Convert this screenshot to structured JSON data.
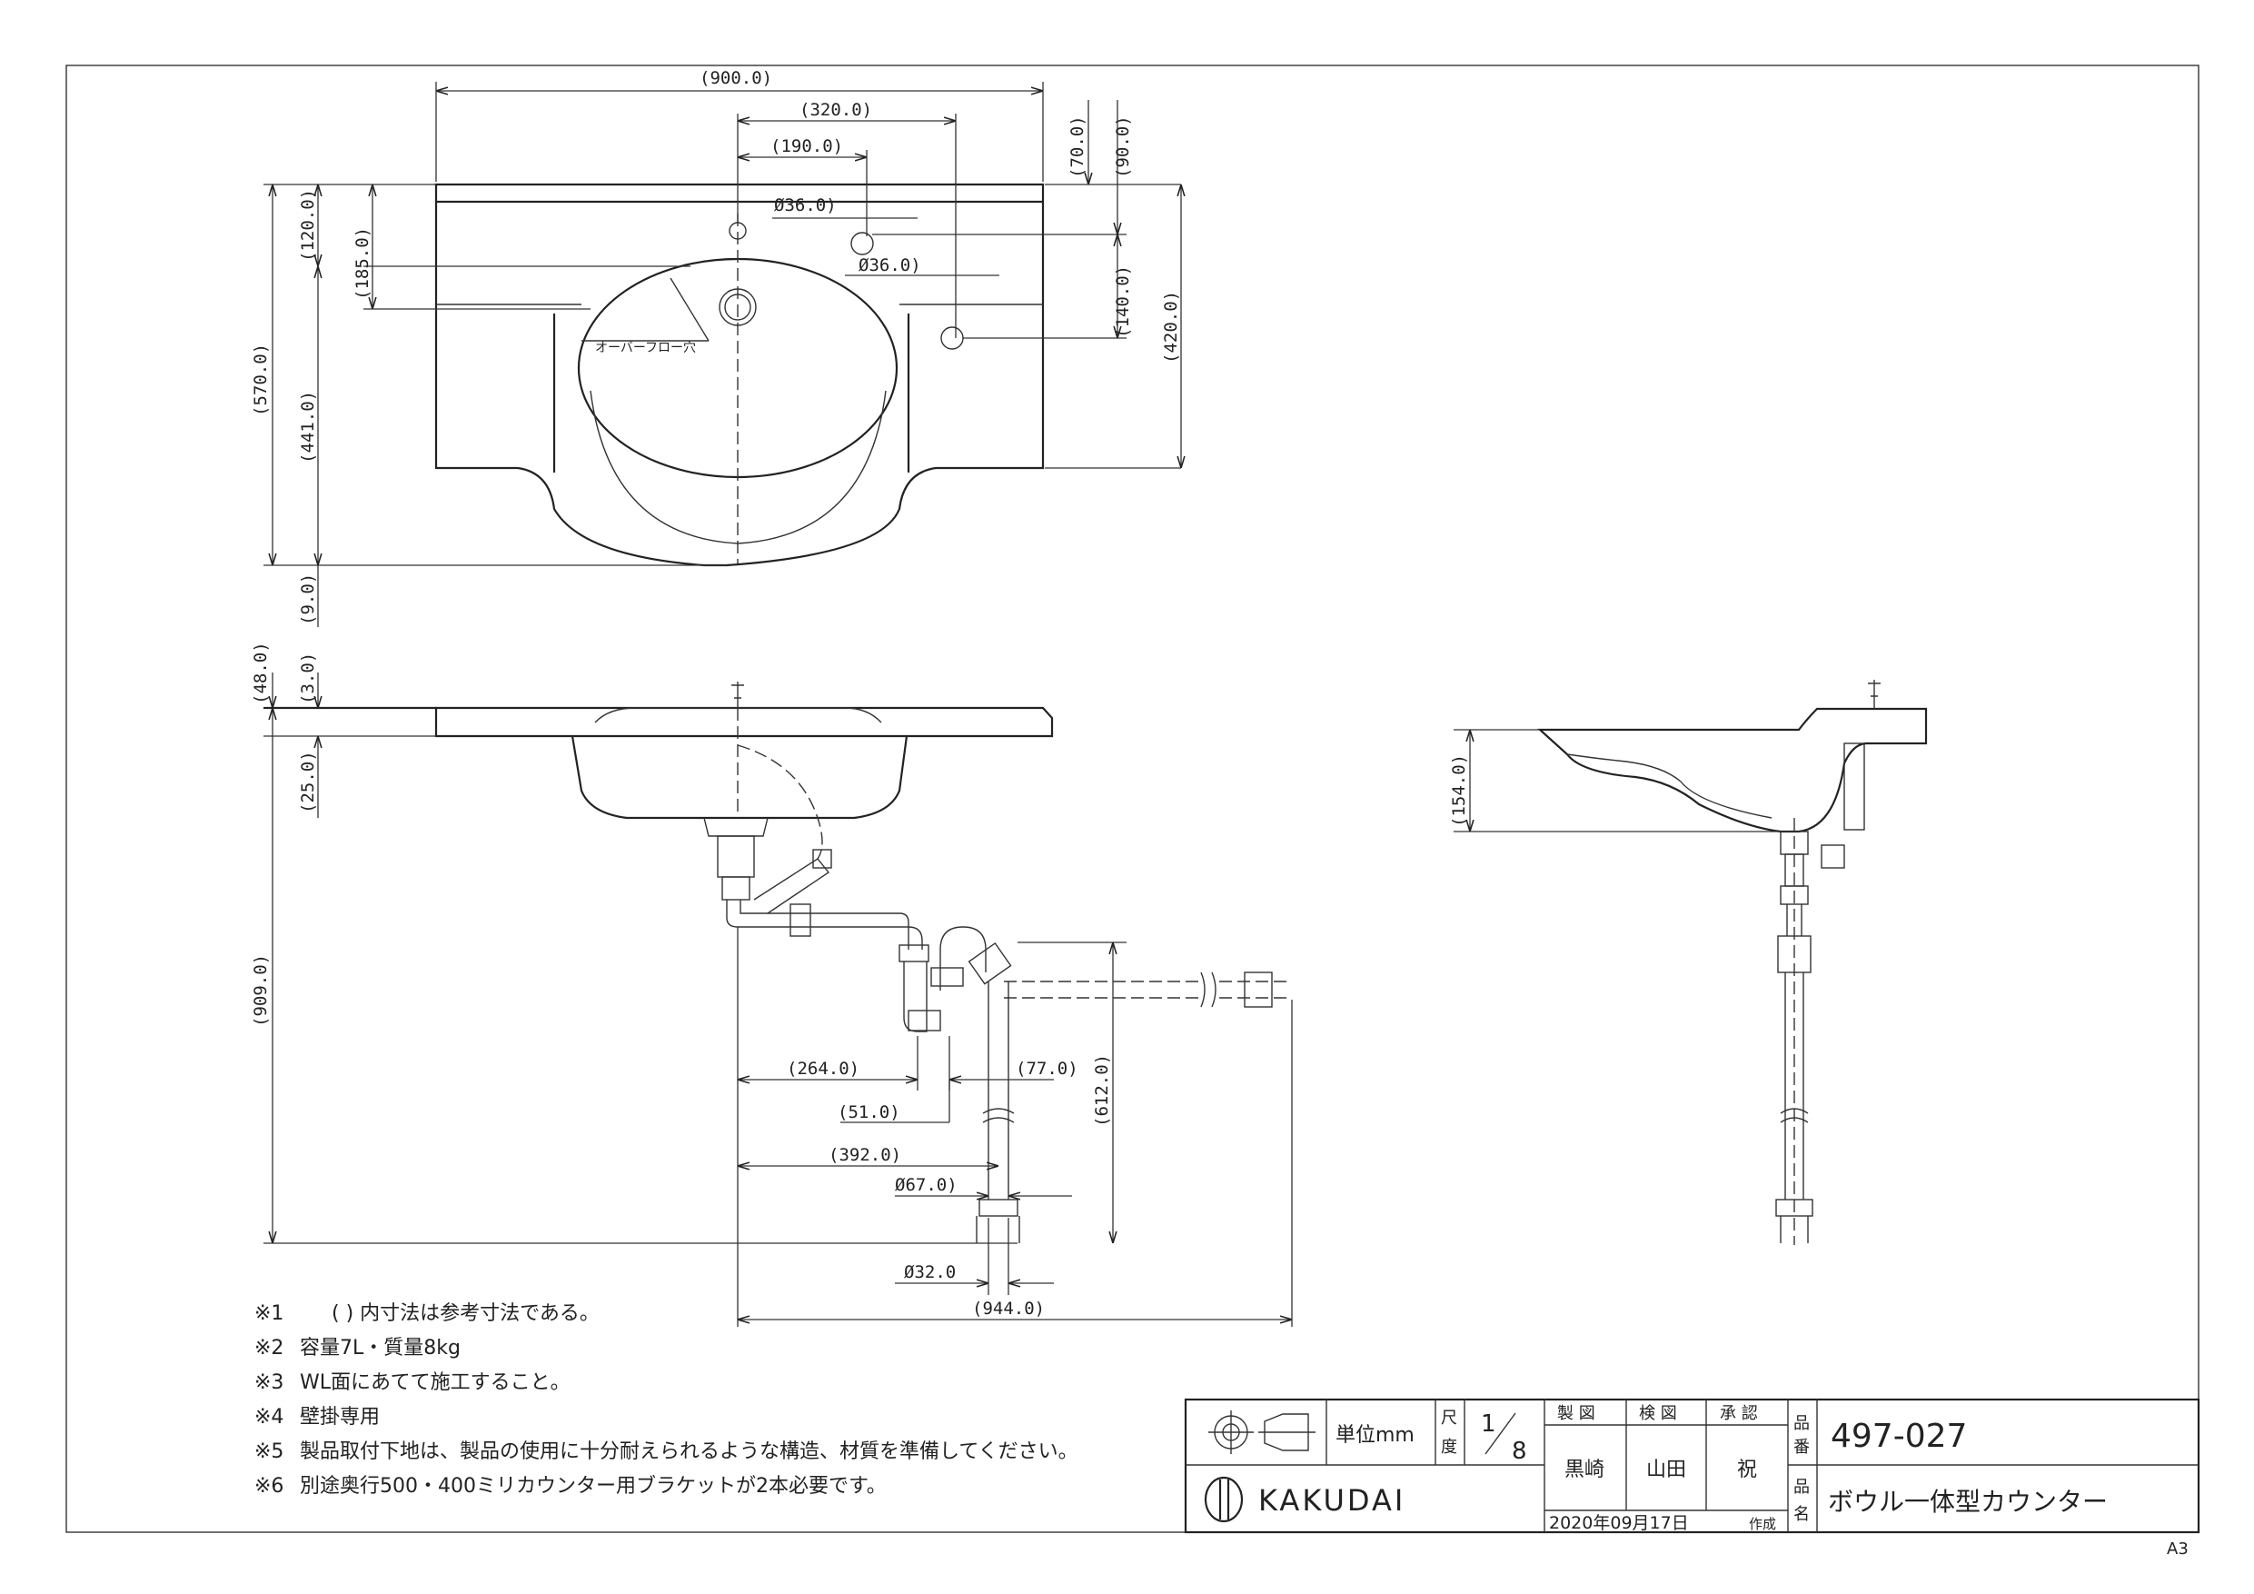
{
  "dimensions": {
    "width_total": "(900.0)",
    "d320": "(320.0)",
    "d190": "(190.0)",
    "phi36a": "Ø36.0)",
    "phi36b": "Ø36.0)",
    "d70": "(70.0)",
    "d90": "(90.0)",
    "d120": "(120.0)",
    "d185": "(185.0)",
    "d140": "(140.0)",
    "d420": "(420.0)",
    "d570": "(570.0)",
    "d441": "(441.0)",
    "d9": "(9.0)",
    "d48": "(48.0)",
    "d3": "(3.0)",
    "d25": "(25.0)",
    "d909": "(909.0)",
    "d264": "(264.0)",
    "d77": "(77.0)",
    "d51": "(51.0)",
    "d612": "(612.0)",
    "d392": "(392.0)",
    "phi67": "Ø67.0)",
    "phi32": "Ø32.0",
    "d944": "(944.0)",
    "d154": "(154.0)"
  },
  "labels": {
    "overflow": "オーバーフロー穴"
  },
  "notes": [
    {
      "mark": "※1",
      "text": "(  ) 内寸法は参考寸法である。"
    },
    {
      "mark": "※2",
      "text": "容量7L・質量8kg"
    },
    {
      "mark": "※3",
      "text": "WL面にあてて施工すること。"
    },
    {
      "mark": "※4",
      "text": "壁掛専用"
    },
    {
      "mark": "※5",
      "text": "製品取付下地は、製品の使用に十分耐えられるような構造、材質を準備してください。"
    },
    {
      "mark": "※6",
      "text": "別途奥行500・400ミリカウンター用ブラケットが2本必要です。"
    }
  ],
  "title_block": {
    "unit": "単位mm",
    "scale_label_1": "尺",
    "scale_label_2": "度",
    "scale_num": "1",
    "scale_den": "8",
    "drawn_h": "製 図",
    "checked_h": "検 図",
    "approved_h": "承 認",
    "drawn": "黒崎",
    "checked": "山田",
    "approved": "祝",
    "date": "2020年09月17日",
    "created": "作成",
    "part_no_label_1": "品",
    "part_no_label_2": "番",
    "part_no": "497-027",
    "name_label_1": "品",
    "name_label_2": "名",
    "name": "ボウル一体型カウンター",
    "brand": "KAKUDAI"
  },
  "paper": "A3"
}
